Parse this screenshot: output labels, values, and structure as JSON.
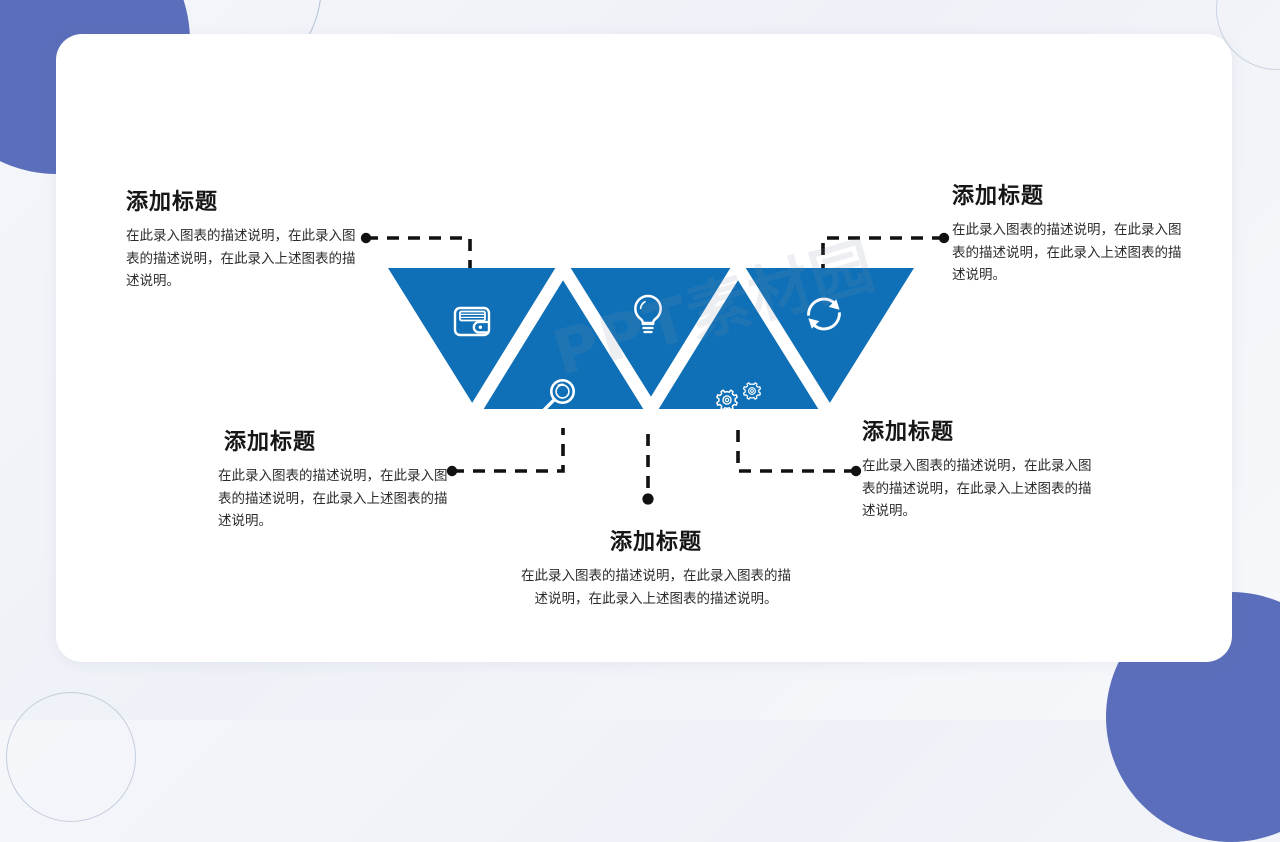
{
  "slide": {
    "background_color": "#f2f5f9",
    "card_color": "#ffffff",
    "accent_blue": "#0f70b7",
    "accent_purple": "#5a6ebb",
    "watermark_text": "PPT素材园"
  },
  "diagram": {
    "type": "zigzag-triangle-infographic",
    "shape_color": "#0f70b7",
    "connector_color": "#111111",
    "triangles": [
      {
        "id": "t1",
        "direction": "down",
        "icon": "wallet-icon",
        "label_ref": "top_left"
      },
      {
        "id": "t2",
        "direction": "up",
        "icon": "magnifier-icon",
        "label_ref": "bottom_left"
      },
      {
        "id": "t3",
        "direction": "down",
        "icon": "lightbulb-icon",
        "label_ref": "bottom_center"
      },
      {
        "id": "t4",
        "direction": "up",
        "icon": "gears-icon",
        "label_ref": "bottom_right"
      },
      {
        "id": "t5",
        "direction": "down",
        "icon": "refresh-icon",
        "label_ref": "top_right"
      }
    ]
  },
  "blocks": {
    "top_left": {
      "title": "添加标题",
      "body": "在此录入图表的描述说明，在此录入图表的描述说明，在此录入上述图表的描述说明。"
    },
    "top_right": {
      "title": "添加标题",
      "body": "在此录入图表的描述说明，在此录入图表的描述说明，在此录入上述图表的描述说明。"
    },
    "bottom_left": {
      "title": "添加标题",
      "body": "在此录入图表的描述说明，在此录入图表的描述说明，在此录入上述图表的描述说明。"
    },
    "bottom_center": {
      "title": "添加标题",
      "body": "在此录入图表的描述说明，在此录入图表的描述说明，在此录入上述图表的描述说明。"
    },
    "bottom_right": {
      "title": "添加标题",
      "body": "在此录入图表的描述说明，在此录入图表的描述说明，在此录入上述图表的描述说明。"
    }
  }
}
